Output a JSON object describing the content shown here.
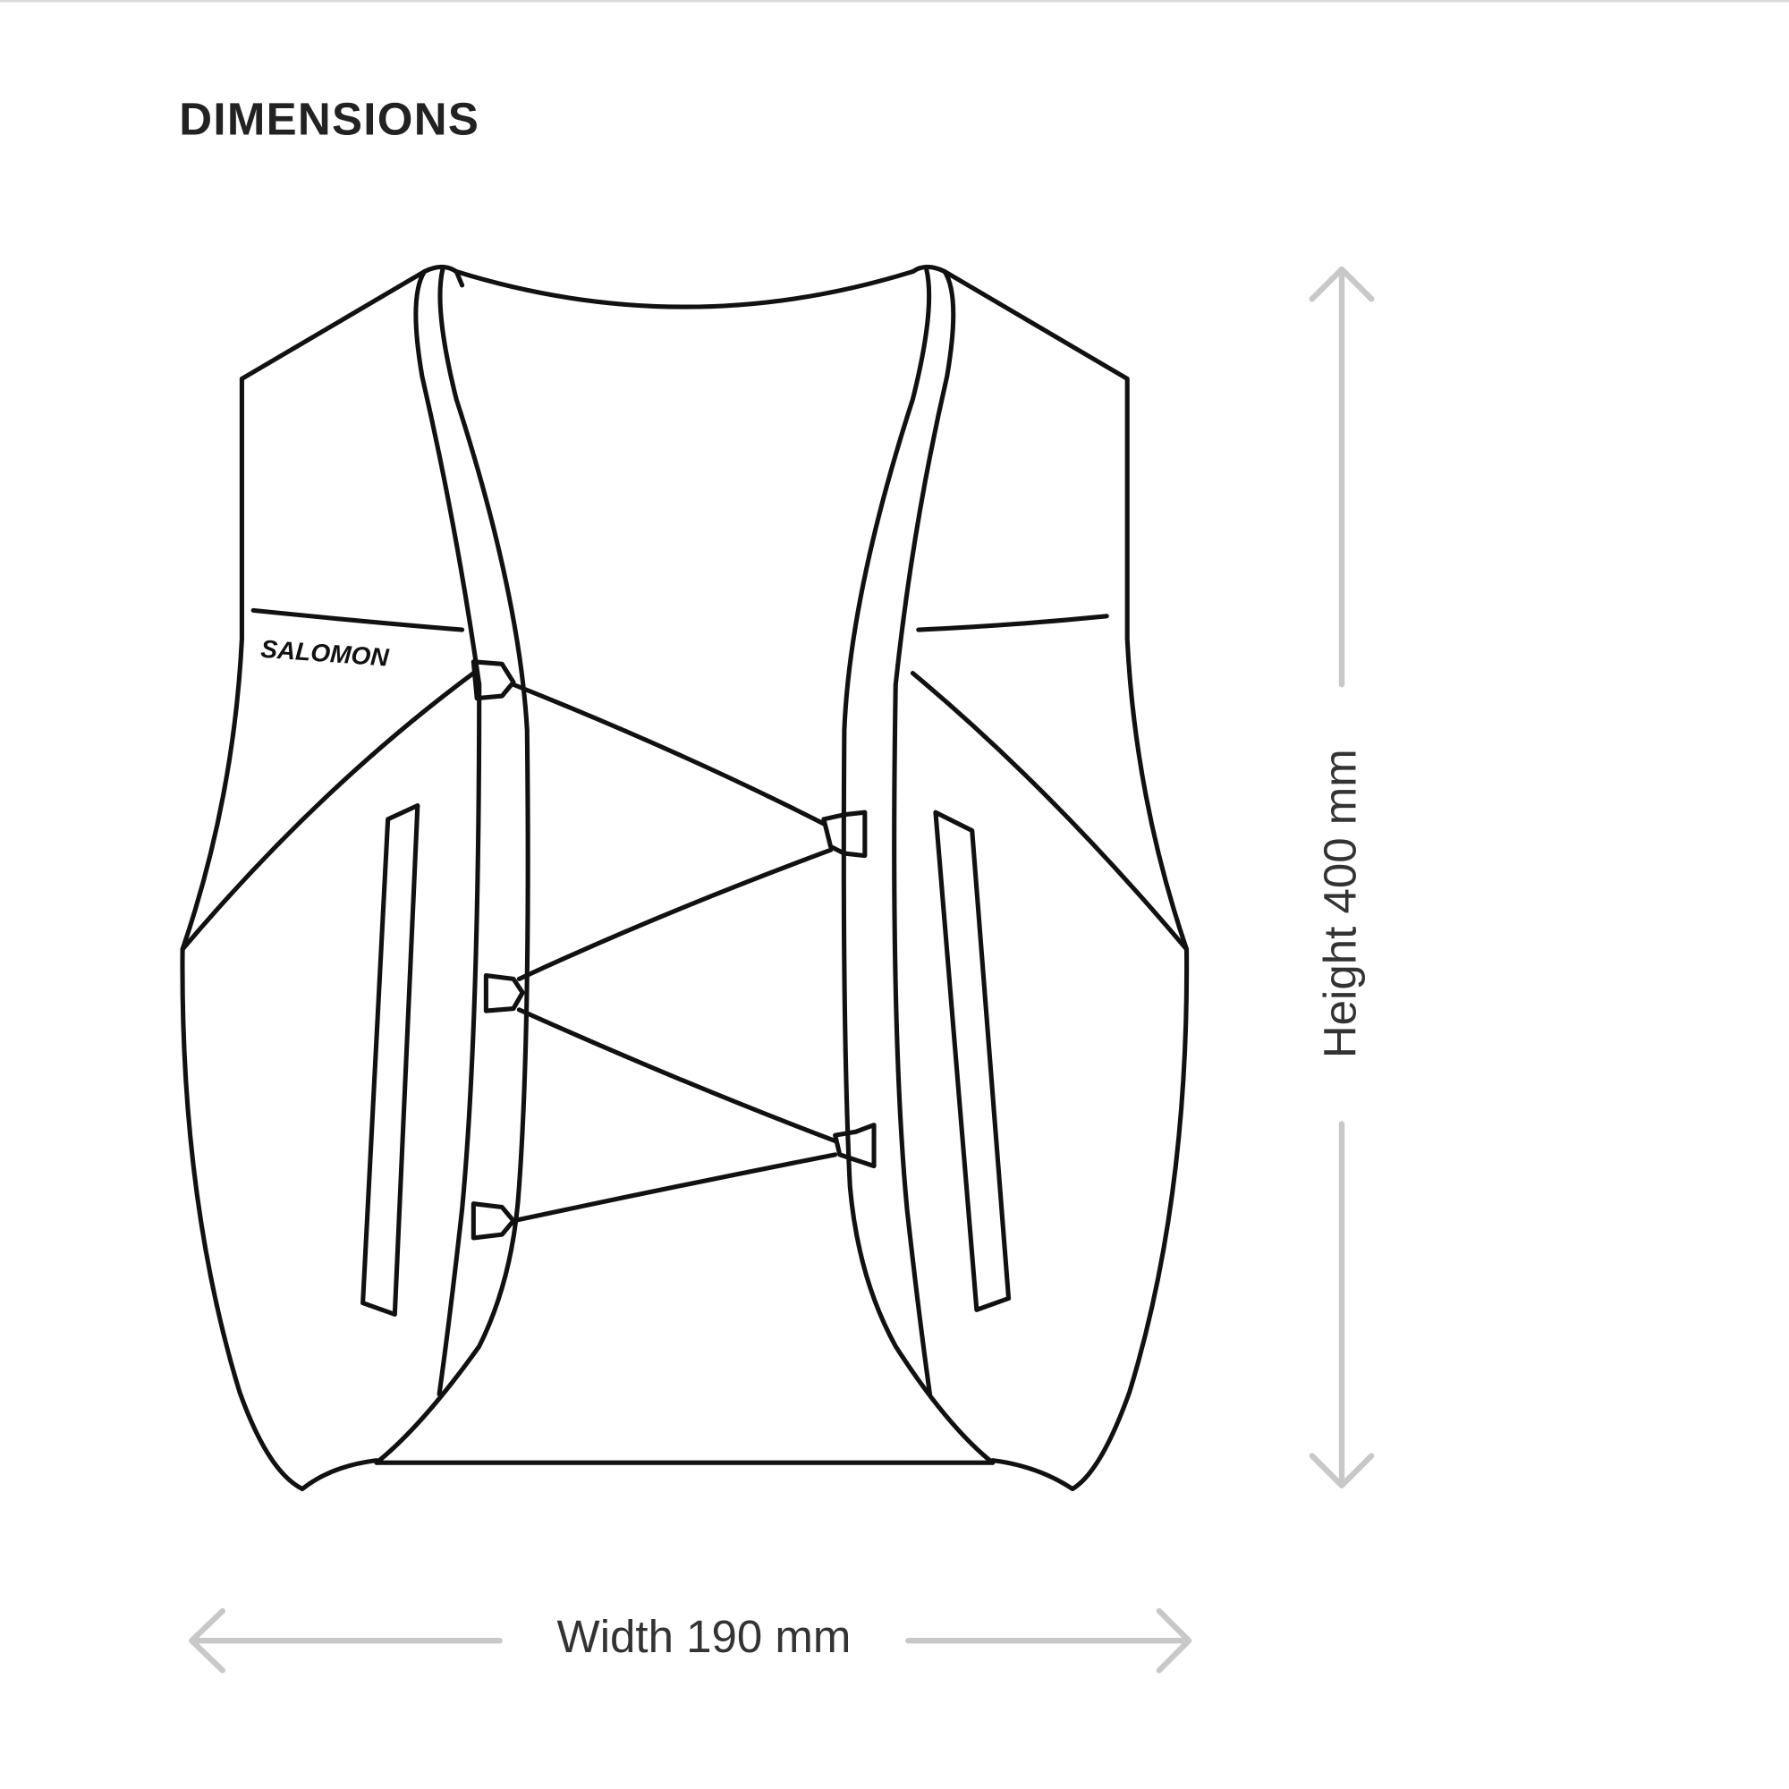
{
  "title": "DIMENSIONS",
  "brand_logo": "SALOMON",
  "width_label": "Width 190 mm",
  "height_label": "Height 400 mm",
  "colors": {
    "line": "#111111",
    "arrow": "#c8c8c8",
    "background": "#ffffff"
  }
}
